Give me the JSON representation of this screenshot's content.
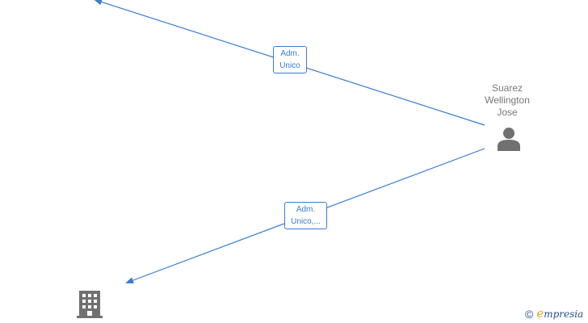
{
  "edges": [
    {
      "label_lines": [
        "Adm.",
        "Unico"
      ]
    },
    {
      "label_lines": [
        "Adm.",
        "Unico,..."
      ]
    }
  ],
  "person": {
    "name_lines": [
      "Suarez",
      "Wellington",
      "Jose"
    ],
    "icon": "person-icon"
  },
  "company": {
    "icon": "building-icon"
  },
  "watermark": {
    "symbol": "©",
    "brand_initial": "e",
    "brand_rest": "mpresia"
  },
  "colors": {
    "edge": "#3a7bd5",
    "icon": "#707070",
    "brand": "#1f4e8c",
    "brand_accent": "#e8a21a"
  }
}
